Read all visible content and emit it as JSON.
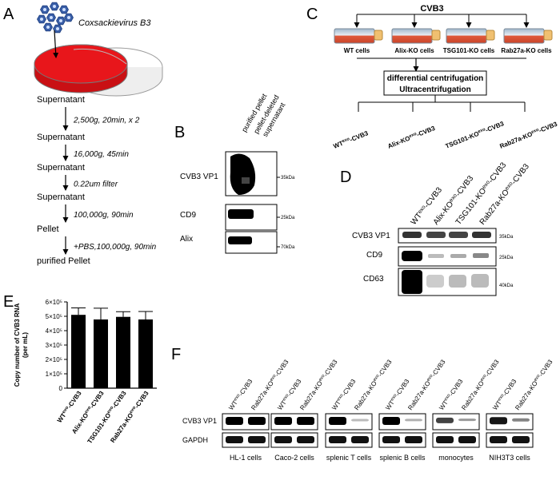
{
  "panels": {
    "a": "A",
    "b": "B",
    "c": "C",
    "d": "D",
    "e": "E",
    "f": "F"
  },
  "a": {
    "virus": "Coxsackievirus B3",
    "steps": [
      {
        "label": "Supernatant",
        "arrow": "2,500g, 20min, x 2"
      },
      {
        "label": "Supernatant",
        "arrow": "16,000g, 45min"
      },
      {
        "label": "Supernatant",
        "arrow": "0.22um filter"
      },
      {
        "label": "Supernatant",
        "arrow": "100,000g, 90min"
      },
      {
        "label": "Pellet",
        "arrow": "+PBS,100,000g, 90min"
      },
      {
        "label": "purified Pellet",
        "arrow": ""
      }
    ]
  },
  "b": {
    "lanes": [
      "purified pellet",
      "pellet-deleted",
      "supernatant"
    ],
    "rows": [
      {
        "label": "CVB3 VP1",
        "marker": "35kDa"
      },
      {
        "label": "CD9",
        "marker": "25kDa"
      },
      {
        "label": "Alix",
        "marker": "70kDa"
      }
    ]
  },
  "c": {
    "title": "CVB3",
    "cells": [
      "WT cells",
      "Alix-KO cells",
      "TSG101-KO cells",
      "Rab27a-KO cells"
    ],
    "process": [
      "differential centrifugation",
      "Ultracentrifugation"
    ],
    "products": [
      {
        "pre": "WT",
        "sup": "exo",
        "post": "-CVB3"
      },
      {
        "pre": "Alix-KO",
        "sup": "exo",
        "post": "-CVB3"
      },
      {
        "pre": "TSG101-KO",
        "sup": "exo",
        "post": "-CVB3"
      },
      {
        "pre": "Rab27a-KO",
        "sup": "exo",
        "post": "-CVB3"
      }
    ]
  },
  "d": {
    "lanes": [
      {
        "pre": "WT",
        "sup": "exo",
        "post": "-CVB3"
      },
      {
        "pre": "Alix-KO",
        "sup": "exo",
        "post": "-CVB3"
      },
      {
        "pre": "TSG101-KO",
        "sup": "exo",
        "post": "-CVB3"
      },
      {
        "pre": "Rab27a-KO",
        "sup": "exo",
        "post": "-CVB3"
      }
    ],
    "rows": [
      {
        "label": "CVB3 VP1",
        "marker": "35kDa"
      },
      {
        "label": "CD9",
        "marker": "25kDa"
      },
      {
        "label": "CD63",
        "marker": "40kDa"
      }
    ]
  },
  "chart_data": {
    "type": "bar",
    "ylabel": "Copy number of CVB3 RNA (per mL)",
    "categories": [
      {
        "pre": "WT",
        "sup": "exo",
        "post": "-CVB3"
      },
      {
        "pre": "Alix-KO",
        "sup": "exo",
        "post": "-CVB3"
      },
      {
        "pre": "TSG101-KO",
        "sup": "exo",
        "post": "-CVB3"
      },
      {
        "pre": "Rab27a-KO",
        "sup": "exo",
        "post": "-CVB3"
      }
    ],
    "values": [
      510000,
      478000,
      496000,
      478000
    ],
    "errors": [
      48000,
      78000,
      36000,
      55000
    ],
    "ylim": [
      0,
      600000
    ],
    "yticks": [
      "0",
      "1×10⁵",
      "2×10⁵",
      "3×10⁵",
      "4×10⁵",
      "5×10⁵",
      "6×10⁵"
    ],
    "color": "#000000"
  },
  "f": {
    "rows": [
      "CVB3 VP1",
      "GAPDH"
    ],
    "lanes": [
      {
        "pre": "WT",
        "sup": "exo",
        "post": "-CVB3"
      },
      {
        "pre": "Rab27a-KO",
        "sup": "exo",
        "post": "-CVB3"
      }
    ],
    "groups": [
      {
        "name": "HL-1 cells",
        "vp1": [
          1,
          1
        ]
      },
      {
        "name": "Caco-2 cells",
        "vp1": [
          1,
          1
        ]
      },
      {
        "name": "splenic T cells",
        "vp1": [
          1,
          0.15
        ]
      },
      {
        "name": "splenic B cells",
        "vp1": [
          1,
          0.2
        ]
      },
      {
        "name": "monocytes",
        "vp1": [
          0.7,
          0.3
        ]
      },
      {
        "name": "NIH3T3 cells",
        "vp1": [
          0.9,
          0.4
        ]
      }
    ]
  },
  "colors": {
    "virus": "#3a5fa8",
    "dish": "#e8161b",
    "flask": "#e05a3c",
    "flask_cap": "#f0c070"
  }
}
